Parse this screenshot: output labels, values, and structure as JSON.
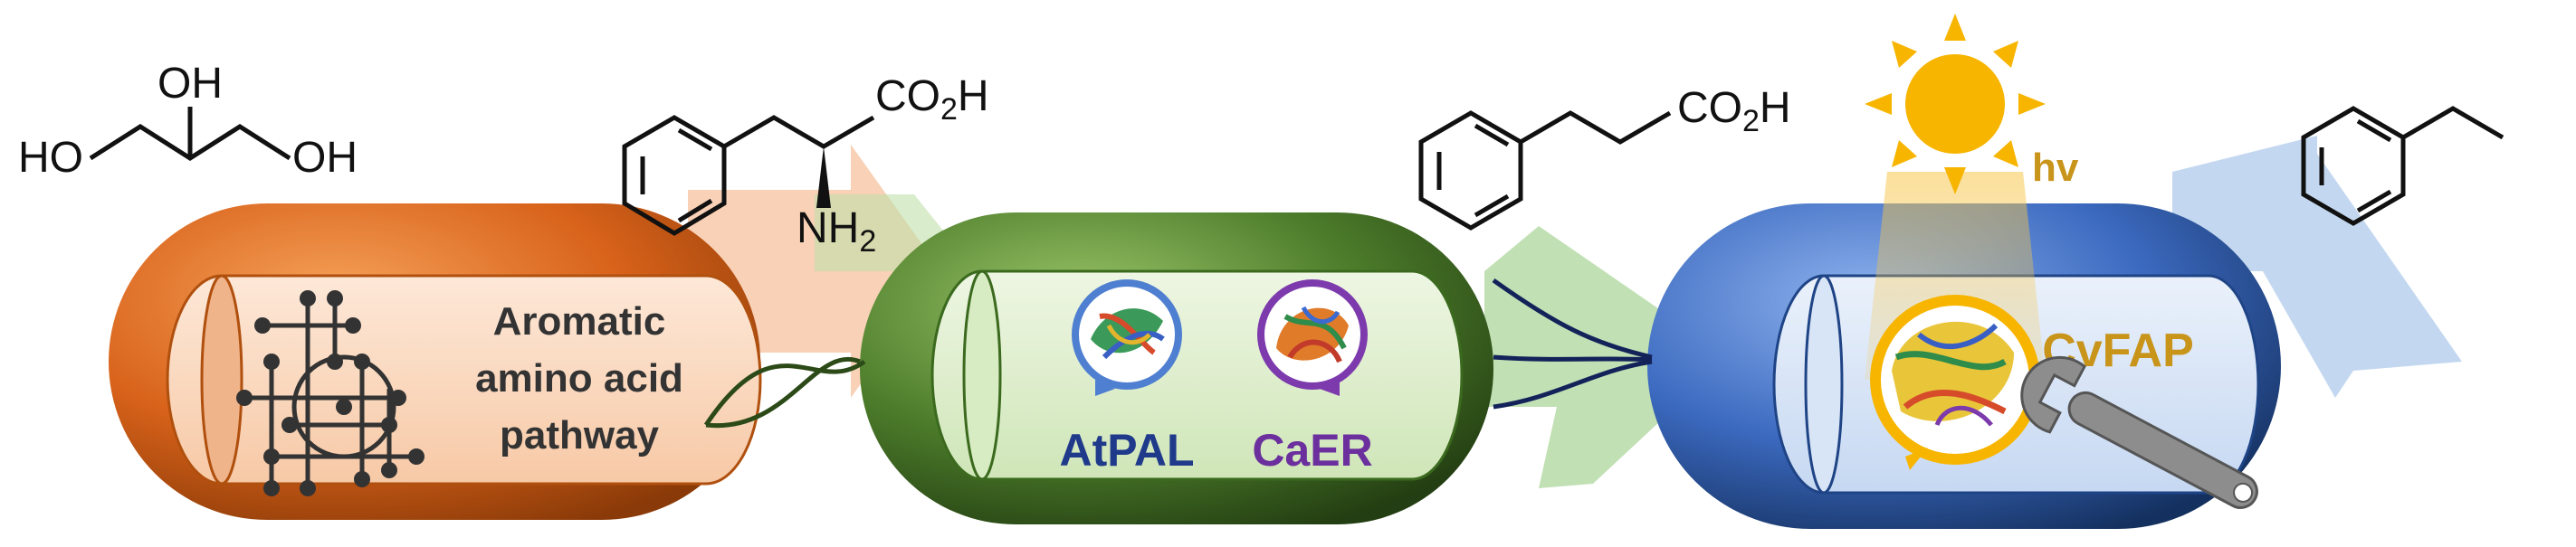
{
  "figure": {
    "glycerol": {
      "oh_top": "OH",
      "ho_left": "HO",
      "oh_right": "OH"
    },
    "phenylalanine": {
      "co2h": "CO",
      "co2h_sub": "2",
      "co2h_h": "H",
      "nh2": "NH",
      "nh2_sub": "2"
    },
    "phenylpropanoic_acid": {
      "co2h": "CO",
      "co2h_sub": "2",
      "co2h_h": "H"
    },
    "light": {
      "label": "hv"
    },
    "cells": [
      {
        "name": "orange-cell",
        "label_lines": [
          "Aromatic",
          "amino acid",
          "pathway"
        ]
      },
      {
        "name": "green-cell",
        "enzymes": [
          "AtPAL",
          "CaER"
        ]
      },
      {
        "name": "blue-cell",
        "enzymes": [
          "CvFAP"
        ]
      }
    ],
    "colors": {
      "orange": "#e06a1c",
      "green": "#4e7f2c",
      "blue": "#3f6fc2",
      "sun": "#f7b500",
      "atpal_text": "#1f3a8a",
      "caer_text": "#6b2f9e",
      "cvfap_text": "#c8941a"
    }
  }
}
